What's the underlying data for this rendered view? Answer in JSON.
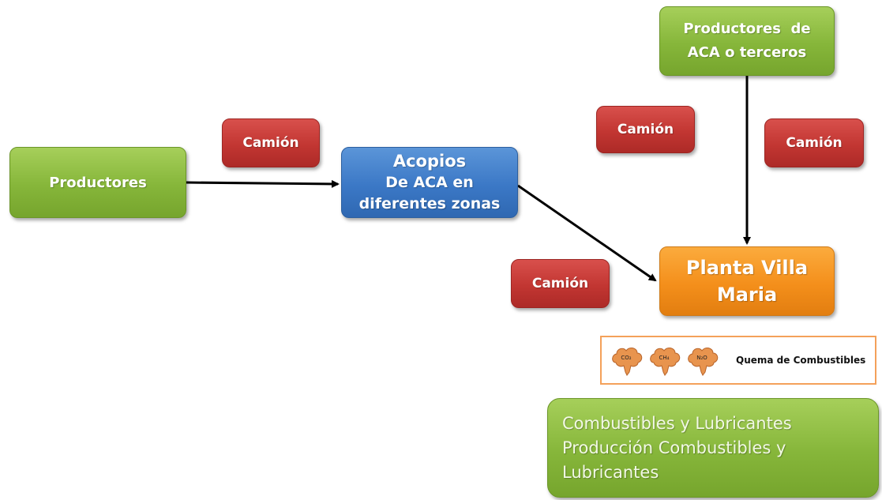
{
  "nodes": {
    "productores": "Productores",
    "productores_aca": [
      "Productores  de",
      "ACA o terceros"
    ],
    "camion": "Camión",
    "acopios": [
      "Acopios",
      "De ACA en",
      "diferentes zonas"
    ],
    "planta": [
      "Planta Villa",
      "Maria"
    ],
    "combustibles": [
      "Combustibles y Lubricantes",
      "Producción Combustibles y",
      "Lubricantes"
    ]
  },
  "emissions": {
    "gases": [
      "CO₂",
      "CH₄",
      "N₂O"
    ],
    "label": "Quema de Combustibles"
  },
  "colors": {
    "green": "#86b63a",
    "red": "#c23632",
    "blue": "#3b78c6",
    "orange": "#f48f1b",
    "panel_border": "#f4a15a",
    "cloud": "#e8944e"
  }
}
